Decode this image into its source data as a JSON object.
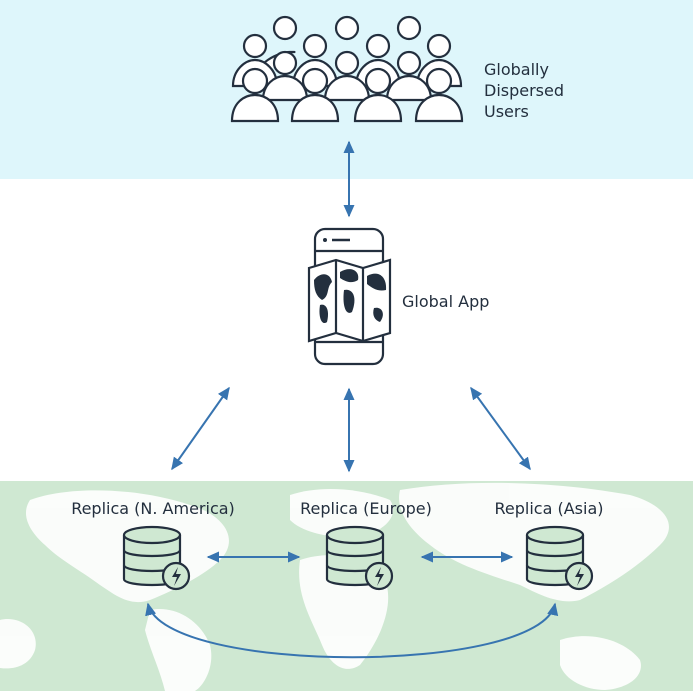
{
  "users_label_lines": [
    "Globally",
    "Dispersed",
    "Users"
  ],
  "app_label": "Global App",
  "replicas": [
    {
      "label": "Replica (N. America)"
    },
    {
      "label": "Replica (Europe)"
    },
    {
      "label": "Replica (Asia)"
    }
  ],
  "colors": {
    "top_band": "#def6fb",
    "bottom_band": "#cfe8d2",
    "arrow": "#3774b0",
    "icon_stroke": "#232f3e",
    "icon_fill": "#ffffff",
    "db_fill": "#cfe8d2"
  },
  "icons": {
    "users": "people-group-icon",
    "app": "mobile-map-icon",
    "database": "database-lightning-icon",
    "world": "world-map-background"
  }
}
